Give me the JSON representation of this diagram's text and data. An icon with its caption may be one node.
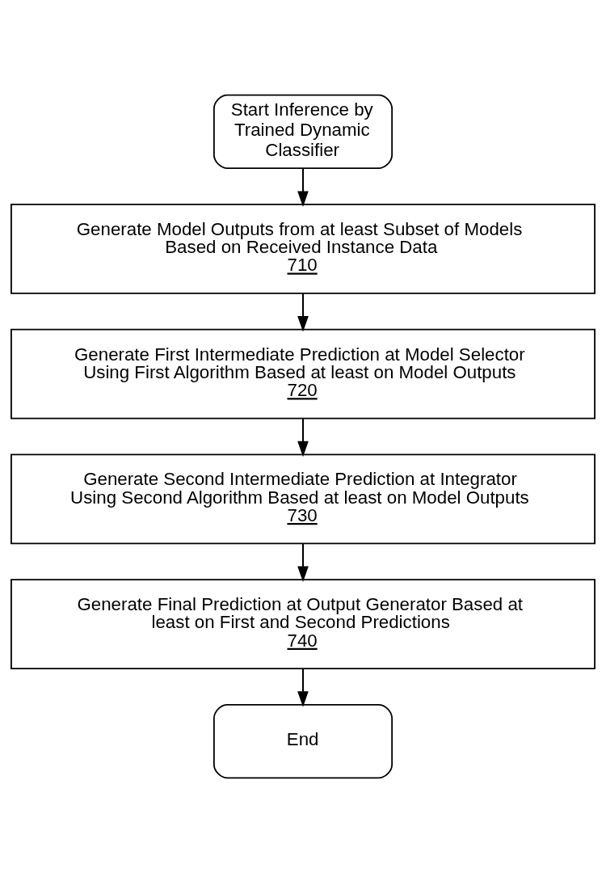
{
  "diagram": {
    "nodes": [
      {
        "text": [
          "Start Inference by Trained Dynamic Classifier"
        ]
      },
      {
        "text": [
          "Generate Model Outputs from at least Subset of Models Based on Received Instance Data",
          "710"
        ]
      },
      {
        "text": [
          "Generate First Intermediate Prediction at Model Selector Using First Algorithm Based at least on Model Outputs",
          "720"
        ]
      },
      {
        "text": [
          "Generate Second Intermediate Prediction at Integrator Using Second Algorithm Based at least on Model Outputs",
          "730"
        ]
      },
      {
        "text": [
          "Generate Final Prediction at Output Generator Based at least on First and Second Predictions",
          "740"
        ]
      },
      {
        "text": [
          "End"
        ]
      }
    ],
    "edges": [
      {
        "from": 0,
        "to": 1,
        "arrow": "to"
      },
      {
        "from": 1,
        "to": 2,
        "arrow": "to"
      },
      {
        "from": 2,
        "to": 3,
        "arrow": "to"
      },
      {
        "from": 3,
        "to": 4,
        "arrow": "to"
      },
      {
        "from": 4,
        "to": 5,
        "arrow": "to"
      }
    ]
  }
}
